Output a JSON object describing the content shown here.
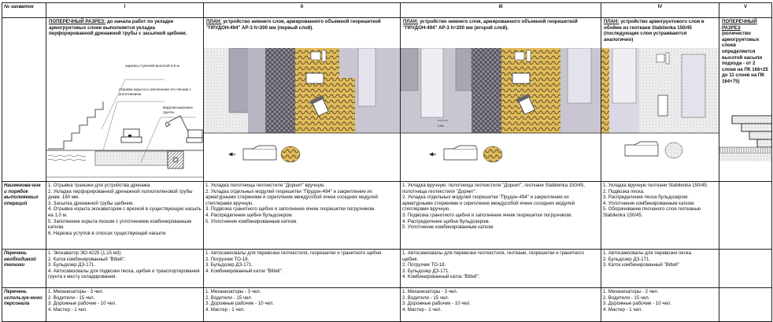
{
  "header": {
    "row_label": "№ захваток",
    "columns": [
      "I",
      "II",
      "III",
      "IV",
      "V"
    ]
  },
  "captions": [
    {
      "title": "ПОПЕРЕЧНЫЙ РАЗРЕЗ:",
      "text": " до начала работ по укладке армогрунтовых слоев выполняется укладка перфорированной дренажной трубы с засыпкой щебнем."
    },
    {
      "title": "ПЛАН:",
      "text": " устройство нижнего слоя, армированного объемной георешеткой \"ПРУДОН-494\" АР-3 h=200 мм (первый слой)."
    },
    {
      "title": "ПЛАН:",
      "text": " устройство нижнего слоя, армированного объемной георешеткой \"ПРУДОН-494\" АР-3 h=200 мм (второй слой)."
    },
    {
      "title": "ПЛАН:",
      "text": " устройство армогрунтового слоя в обойме из геоткани Stabilenka 150/45 (последующие слои устраиваются аналогично)"
    },
    {
      "title": "ПОПЕРЕЧНЫЙ РАЗРЕЗ",
      "text": " (количество армогрунтовых слоев определяется высотой насыпи подхода - от 2 слоев на ПК 166+25 до 11 слоев на ПК 164+75)"
    }
  ],
  "section_labels": {
    "steps": "нарезка ступеней высотой 0,5 м",
    "trench": "отрывка корыта и заполнение его песком с уплотнением",
    "soil": "водонасыщенные грунты",
    "dim": "0,5м"
  },
  "rows": [
    {
      "label": "Наименова-ние и порядок выполняемых операций",
      "cells": [
        [
          "1. Отрывка траншеи для устройства дренажа.",
          "2. Укладка перфорированной дренажной полиэтиленовой трубы диам. 160 мм.",
          "3. Засыпка дренажной трубы щебнем.",
          "4. Отрывка корыта экскаватором с врезкой в существующую насыпь на 1,0 м.",
          "5. Заполнение корыта песком с уплотнением комбинированным катком.",
          "6. Нарезка уступов в откосах существующей насыпи."
        ],
        [
          "1. Укладка полотнища геотекстиля \"Дорнит\" вручную.",
          "2. Укладка отдельных модулей георешетки \"Прудон-494\" и закрепление их арматурными стержнями и скрепление междусобой ячеек соседних модулей степлерами вручную.",
          "3. Подвозка гранитного щебня и заполнение ячеек георешетки погрузчиком.",
          "4. Распределение щебня бульдозером.",
          "5. Уплотнение комбинированным катком."
        ],
        [
          "1. Укладка вручную: полотнища геотекстиля \"Дорнит\", геоткани Stabilenka 150/45, полотнища геотекстиля \"Дорнит\".",
          "2. Укладка отдельных модулей георешетки \"Прудон-494\" и закрепление их арматурными стержнями и скрепление междусобой ячеек соседних модулей степлерами вручную.",
          "3. Подвозка гранитного щебня и заполнение ячеек георешетки погрузчиком.",
          "4. Распределение щебня бульдозером.",
          "5. Уплотнение комбинированным катком."
        ],
        [
          "1. Укладка вручную геоткани Stabilenka 150/45.",
          "2. Подвозка песка.",
          "3. Распределение песка бульдозером.",
          "4. Уплотнение комбинированным катком.",
          "5. Оборачивание песчаного слоя геотканью Stabilenka 150/45."
        ],
        []
      ]
    },
    {
      "label": "Перечень необходимой техники",
      "cells": [
        [
          "1. Экскаватор ЭО-4225 (1,15 м3).",
          "2. Каток комбинированный \"Bittell\".",
          "3. Бульдозер ДЗ-171.",
          "4. Автосамосвалы для подвозки песка, щебня и транспортирования грунта к месту складирования."
        ],
        [
          "1. Автосамосвалы для перевозки геотекстиля, георешетки и гранитного щебня.",
          "2. Погрузчик ТО-18.",
          "3. Бульдозер ДЗ-171.",
          "4. Комбинированный каток \"Bittell\"."
        ],
        [
          "1. Автосамосвалы для перевозки геотекстиля, геоткани, георешетки и гранитного щебня.",
          "2. Погрузчик ТО-18.",
          "3. Бульдозер ДЗ-171.",
          "4. Комбинированный каток \"Bittell\"."
        ],
        [
          "1. Автосамосвалы для перевозки песка.",
          "2. Бульдозер ДЗ-171.",
          "3. Каток комбинированный \"Bittell\""
        ],
        []
      ]
    },
    {
      "label": "Перечень используе-мого персонала",
      "cells": [
        [
          "1. Механизаторы  - 3 чел.",
          "2. Водители - 15 чел.",
          "3. Дорожные рабочие - 10 чел.",
          "4. Мастер - 1 чел."
        ],
        [
          "1. Механизаторы  - 3 чел.",
          "2. Водители - 15 чел.",
          "3. Дорожные рабочие - 10 чел.",
          "4. Мастер - 1 чел."
        ],
        [
          "1. Механизаторы  - 3 чел.",
          "2. Водители - 15 чел.",
          "3. Дорожные рабочие - 10 чел.",
          "4. Мастер - 1 чел."
        ],
        [
          "1. Механизаторы  - 2 чел.",
          "2. Водители - 15 чел.",
          "3. Дорожные рабочие - 10 чел.",
          "4. Мастер - 1 чел."
        ],
        []
      ]
    }
  ],
  "colors": {
    "gravel": "#e0bb5a",
    "geogrid": "#8e8a94",
    "textile": "#b9b6c4",
    "sand": "#efeff4",
    "line": "#222222"
  }
}
